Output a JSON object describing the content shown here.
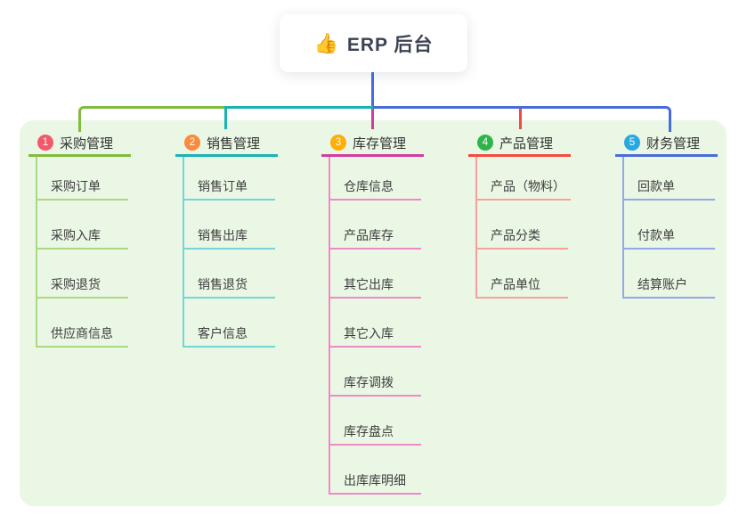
{
  "root": {
    "icon": "👍",
    "title": "ERP 后台",
    "line_color": "#4A6CDB"
  },
  "panel": {
    "background": "#EAF7E4"
  },
  "branches": [
    {
      "index": "1",
      "label": "采购管理",
      "badge_color": "#F25A6B",
      "line_color": "#82BC3F",
      "child_line_color": "#ACD883",
      "children": [
        "采购订单",
        "采购入库",
        "采购退货",
        "供应商信息"
      ]
    },
    {
      "index": "2",
      "label": "销售管理",
      "badge_color": "#F98B3E",
      "line_color": "#1AB3B5",
      "child_line_color": "#73D5D6",
      "children": [
        "销售订单",
        "销售出库",
        "销售退货",
        "客户信息"
      ]
    },
    {
      "index": "3",
      "label": "库存管理",
      "badge_color": "#FFAD08",
      "line_color": "#D53AA1",
      "child_line_color": "#F08AC6",
      "children": [
        "仓库信息",
        "产品库存",
        "其它出库",
        "其它入库",
        "库存调拨",
        "库存盘点",
        "出库库明细"
      ]
    },
    {
      "index": "4",
      "label": "产品管理",
      "badge_color": "#2FB44A",
      "line_color": "#F4493F",
      "child_line_color": "#F9A09A",
      "children": [
        "产品（物料）",
        "产品分类",
        "产品单位"
      ]
    },
    {
      "index": "5",
      "label": "财务管理",
      "badge_color": "#29A8E0",
      "line_color": "#4A6CDB",
      "child_line_color": "#91A8EA",
      "children": [
        "回款单",
        "付款单",
        "结算账户"
      ]
    }
  ]
}
